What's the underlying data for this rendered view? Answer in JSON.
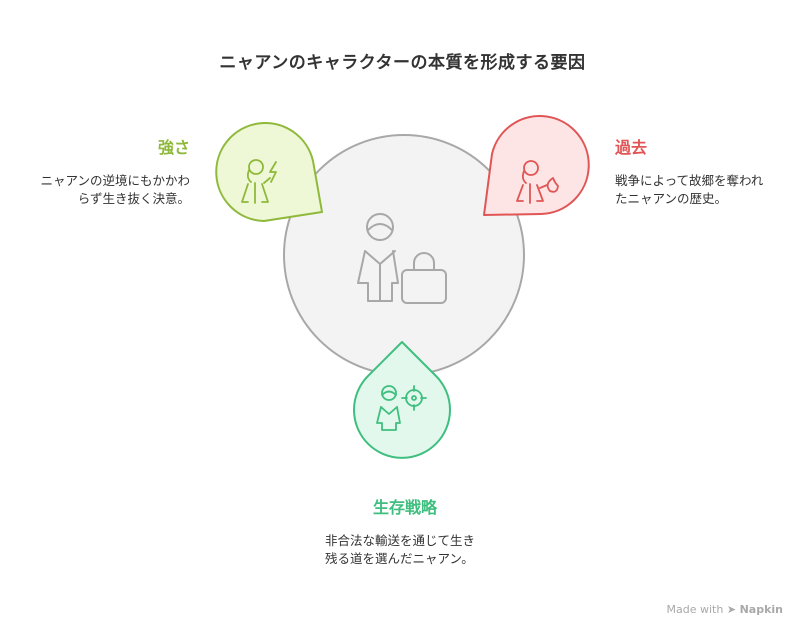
{
  "title": "ニャアンのキャラクターの本質を形成する要因",
  "sections": {
    "strength": {
      "heading": "強さ",
      "description": "ニャアンの逆境にもかかわらず生き抜く決意。",
      "color": "#8fb93a",
      "fill": "#eef7d6",
      "icon": "woman-with-lightning-icon"
    },
    "past": {
      "heading": "過去",
      "description": "戦争によって故郷を奪われたニャアンの歴史。",
      "color": "#e05555",
      "fill": "#fde5e5",
      "icon": "woman-with-flame-icon"
    },
    "survival": {
      "heading": "生存戦略",
      "description": "非合法な輸送を通じて生き残る道を選んだニャアン。",
      "color": "#3fbf7f",
      "fill": "#e2f8ec",
      "icon": "woman-with-target-icon"
    }
  },
  "center": {
    "icon": "woman-with-handbag-icon",
    "fill": "#f3f3f3",
    "stroke": "#a8a8a8"
  },
  "credit": {
    "prefix": "Made with",
    "brand": "Napkin"
  }
}
